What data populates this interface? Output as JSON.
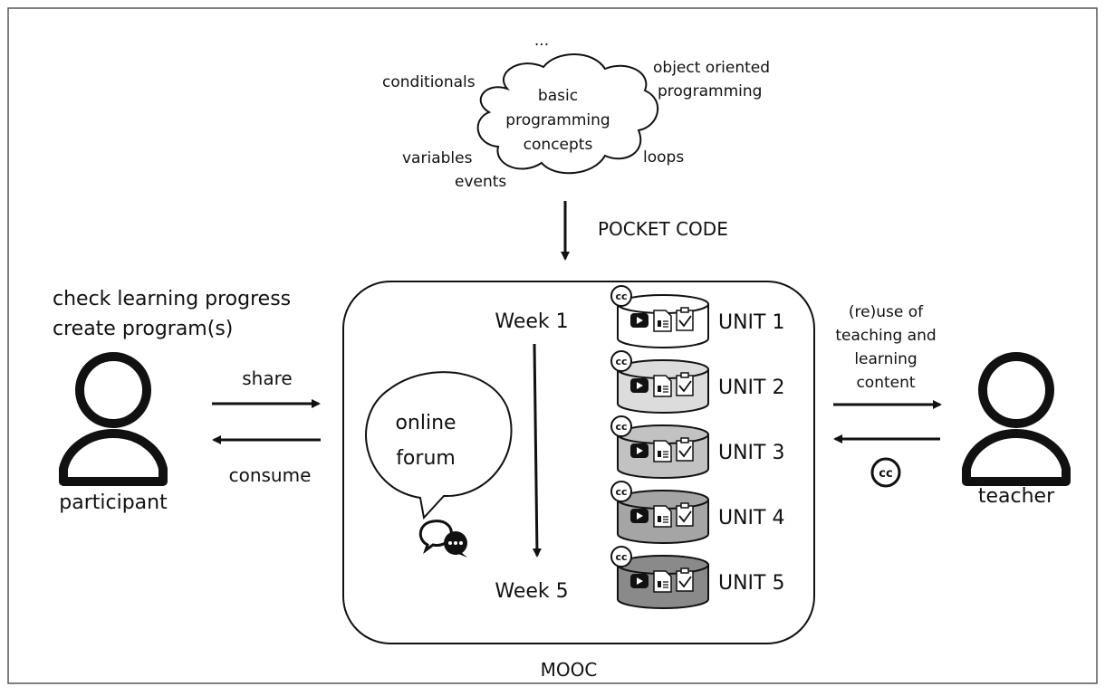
{
  "cloud": {
    "center_lines": [
      "basic",
      "programming",
      "concepts"
    ],
    "ellipsis": "...",
    "topics": {
      "conditionals": "conditionals",
      "oop_line1": "object oriented",
      "oop_line2": "programming",
      "variables": "variables",
      "events": "events",
      "loops": "loops"
    }
  },
  "tool_label": "POCKET CODE",
  "participant": {
    "action1": "check learning progress",
    "action2": "create program(s)",
    "label": "participant",
    "share": "share",
    "consume": "consume"
  },
  "mooc": {
    "label": "MOOC",
    "week_start": "Week 1",
    "week_end": "Week 5",
    "forum_line1": "online",
    "forum_line2": "forum",
    "units": [
      {
        "label": "UNIT 1",
        "fill": "#ffffff",
        "badge": "cc"
      },
      {
        "label": "UNIT 2",
        "fill": "#dcdcdc",
        "badge": "cc"
      },
      {
        "label": "UNIT 3",
        "fill": "#c2c2c2",
        "badge": "cc"
      },
      {
        "label": "UNIT 4",
        "fill": "#a5a5a5",
        "badge": "cc"
      },
      {
        "label": "UNIT 5",
        "fill": "#8a8a8a",
        "badge": "cc"
      }
    ]
  },
  "teacher": {
    "reuse_line1": "(re)use of",
    "reuse_line2": "teaching and",
    "reuse_line3": "learning",
    "reuse_line4": "content",
    "badge": "cc",
    "label": "teacher"
  }
}
